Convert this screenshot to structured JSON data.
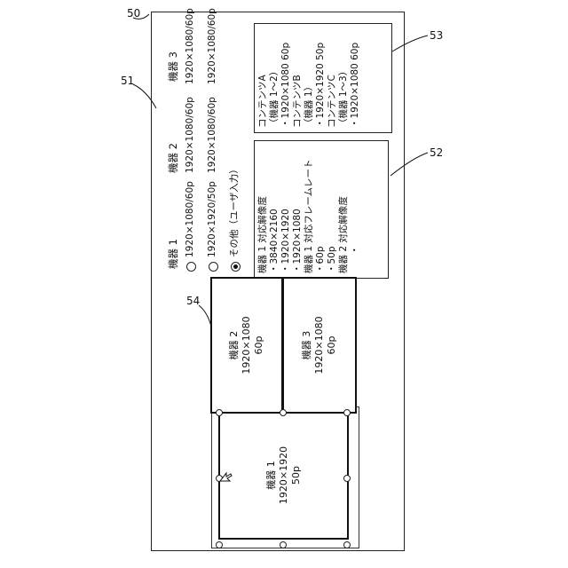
{
  "callouts": {
    "panel": "50",
    "table": "51",
    "list_52": "52",
    "list_53": "53",
    "layout": "54"
  },
  "devices": [
    {
      "name": "機器 1",
      "options": [
        "1920×1080/60p",
        "1920×1920/50p"
      ]
    },
    {
      "name": "機器 2",
      "options": [
        "1920×1080/60p",
        "1920×1080/60p"
      ]
    },
    {
      "name": "機器 3",
      "options": [
        "1920×1080/60p",
        "1920×1080/60p"
      ]
    }
  ],
  "other_option": "その他（ユーザ入力）",
  "list_52": [
    "機器 1 対応解像度",
    "・3840×2160",
    "・1920×1920",
    "・1920×1080",
    "機器 1 対応フレームレート",
    "・60p",
    "・50p",
    "機器 2 対応解像度",
    "　　・",
    "　　・",
    "　　・"
  ],
  "list_53": [
    "コンテンツA",
    "（機器 1～2）",
    "・1920×1080  60p",
    "コンテンツB",
    "（機器 1）",
    "・1920×1920  50p",
    "コンテンツC",
    "（機器 1～3）",
    "・1920×1080  60p"
  ],
  "layout": {
    "device1": {
      "name": "機器 1",
      "res": "1920×1920",
      "fps": "50p"
    },
    "device2": {
      "name": "機器 2",
      "res": "1920×1080",
      "fps": "60p"
    },
    "device3": {
      "name": "機器 3",
      "res": "1920×1080",
      "fps": "60p"
    }
  }
}
